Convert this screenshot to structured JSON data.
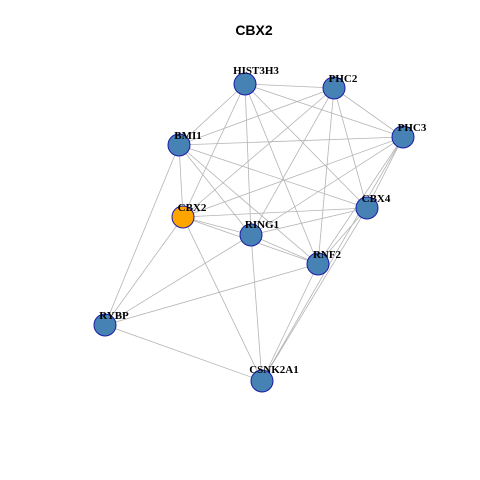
{
  "title": "CBX2",
  "colors": {
    "node_default": "#4682B4",
    "node_focus": "#FFA500",
    "node_border": "#1a1aa6",
    "edge": "#b4b4b4"
  },
  "network": {
    "focus": "CBX2",
    "nodes": [
      "HIST3H3",
      "PHC2",
      "PHC3",
      "BMI1",
      "CBX4",
      "CBX2",
      "RING1",
      "RNF2",
      "RYBP",
      "CSNK2A1"
    ],
    "edges": [
      [
        "HIST3H3",
        "PHC2"
      ],
      [
        "HIST3H3",
        "PHC3"
      ],
      [
        "HIST3H3",
        "BMI1"
      ],
      [
        "HIST3H3",
        "CBX2"
      ],
      [
        "HIST3H3",
        "RING1"
      ],
      [
        "HIST3H3",
        "RNF2"
      ],
      [
        "HIST3H3",
        "CBX4"
      ],
      [
        "PHC2",
        "PHC3"
      ],
      [
        "PHC2",
        "BMI1"
      ],
      [
        "PHC2",
        "CBX2"
      ],
      [
        "PHC2",
        "RING1"
      ],
      [
        "PHC2",
        "RNF2"
      ],
      [
        "PHC2",
        "CBX4"
      ],
      [
        "PHC3",
        "BMI1"
      ],
      [
        "PHC3",
        "CBX2"
      ],
      [
        "PHC3",
        "RING1"
      ],
      [
        "PHC3",
        "RNF2"
      ],
      [
        "PHC3",
        "CBX4"
      ],
      [
        "PHC3",
        "CSNK2A1"
      ],
      [
        "BMI1",
        "CBX2"
      ],
      [
        "BMI1",
        "RING1"
      ],
      [
        "BMI1",
        "RNF2"
      ],
      [
        "BMI1",
        "CBX4"
      ],
      [
        "BMI1",
        "RYBP"
      ],
      [
        "CBX4",
        "CBX2"
      ],
      [
        "CBX4",
        "RING1"
      ],
      [
        "CBX4",
        "RNF2"
      ],
      [
        "CBX4",
        "CSNK2A1"
      ],
      [
        "CBX2",
        "RING1"
      ],
      [
        "CBX2",
        "RNF2"
      ],
      [
        "CBX2",
        "RYBP"
      ],
      [
        "CBX2",
        "CSNK2A1"
      ],
      [
        "RING1",
        "RNF2"
      ],
      [
        "RING1",
        "RYBP"
      ],
      [
        "RING1",
        "CSNK2A1"
      ],
      [
        "RNF2",
        "RYBP"
      ],
      [
        "RNF2",
        "CSNK2A1"
      ],
      [
        "RYBP",
        "CSNK2A1"
      ]
    ]
  }
}
